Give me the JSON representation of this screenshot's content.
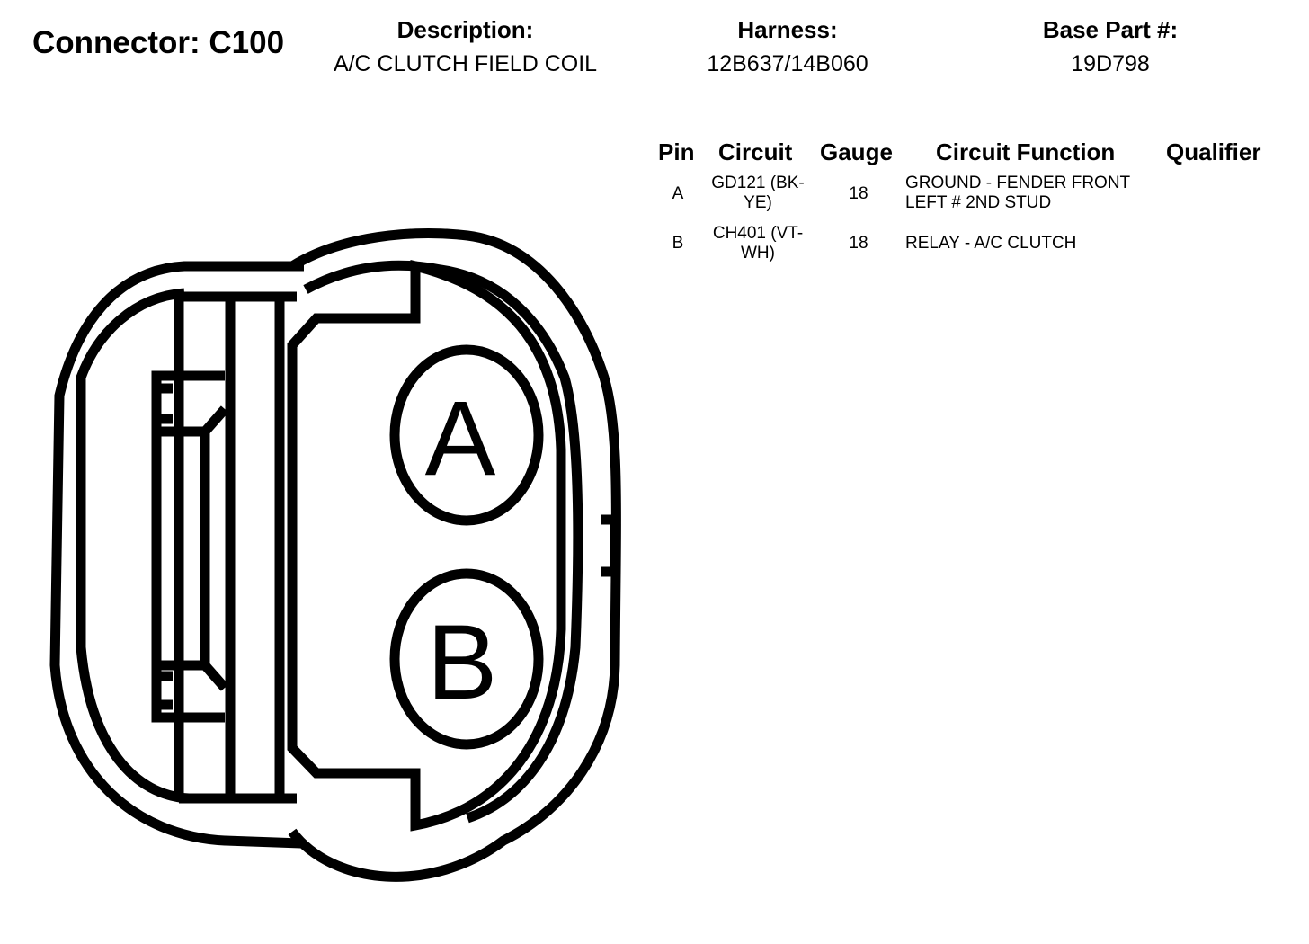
{
  "connector": {
    "title": "Connector: C100"
  },
  "header": {
    "description_label": "Description:",
    "description_value": "A/C CLUTCH FIELD COIL",
    "harness_label": "Harness:",
    "harness_value": "12B637/14B060",
    "base_part_label": "Base Part #:",
    "base_part_value": "19D798"
  },
  "table": {
    "columns": {
      "pin": "Pin",
      "circuit": "Circuit",
      "gauge": "Gauge",
      "function": "Circuit Function",
      "qualifier": "Qualifier"
    },
    "rows": [
      {
        "pin": "A",
        "circuit_line1": "GD121 (BK-",
        "circuit_line2": "YE)",
        "gauge": "18",
        "function_line1": "GROUND - FENDER FRONT",
        "function_line2": "LEFT # 2ND STUD",
        "qualifier": ""
      },
      {
        "pin": "B",
        "circuit_line1": "CH401 (VT-",
        "circuit_line2": "WH)",
        "gauge": "18",
        "function_line1": "RELAY - A/C CLUTCH",
        "function_line2": "",
        "qualifier": ""
      }
    ]
  },
  "diagram": {
    "pin_labels": [
      "A",
      "B"
    ],
    "line_color": "#000000"
  }
}
